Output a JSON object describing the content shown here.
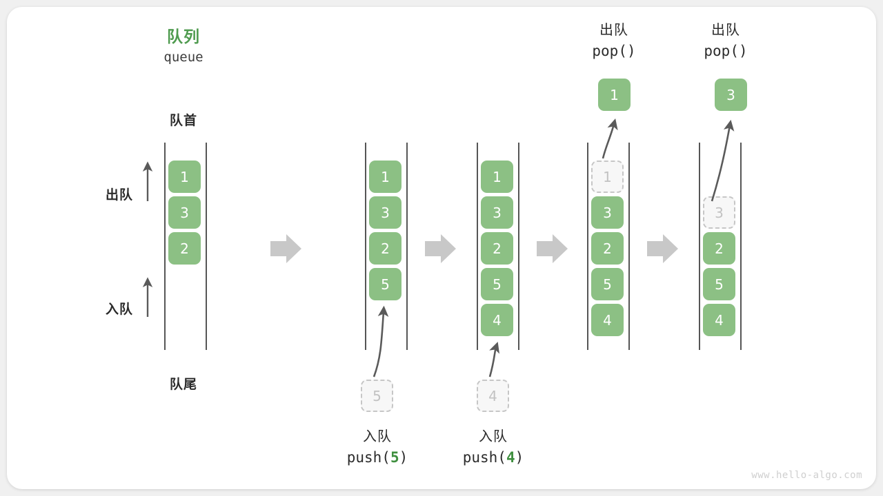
{
  "meta": {
    "watermark": "www.hello-algo.com",
    "colors": {
      "element": "#8cc084",
      "title_green": "#4f9b4f",
      "ghost_fill": "#f7f7f7",
      "ghost_border": "#c6c6c6",
      "ghost_text": "#c2c2c2",
      "rail": "#555555",
      "flow_arrow": "#c8c8c8",
      "thin_arrow": "#5a5a5a",
      "text": "#2b2b2b",
      "card_bg": "#ffffff",
      "page_bg": "#f0f0f0"
    }
  },
  "title": {
    "cn": "队列",
    "en": "queue"
  },
  "annotations": {
    "front": "队首",
    "rear": "队尾",
    "dequeue": "出队",
    "enqueue": "入队"
  },
  "columns": [
    {
      "id": "initial",
      "items": [
        "1",
        "3",
        "2"
      ],
      "ghost": null,
      "caption_cn": "",
      "caption_code": "",
      "popped": null
    },
    {
      "id": "push-5",
      "items": [
        "1",
        "3",
        "2",
        "5"
      ],
      "ghost": {
        "value": "5",
        "position": "below"
      },
      "caption_cn": "入队",
      "caption_code_prefix": "push(",
      "caption_code_num": "5",
      "caption_code_suffix": ")",
      "popped": null
    },
    {
      "id": "push-4",
      "items": [
        "1",
        "3",
        "2",
        "5",
        "4"
      ],
      "ghost": {
        "value": "4",
        "position": "below"
      },
      "caption_cn": "入队",
      "caption_code_prefix": "push(",
      "caption_code_num": "4",
      "caption_code_suffix": ")",
      "popped": null
    },
    {
      "id": "pop-1",
      "items": [
        "3",
        "2",
        "5",
        "4"
      ],
      "ghost": {
        "value": "1",
        "position": "slot0"
      },
      "header_cn": "出队",
      "header_code": "pop()",
      "popped": "1"
    },
    {
      "id": "pop-3",
      "items": [
        "2",
        "5",
        "4"
      ],
      "ghost": {
        "value": "3",
        "position": "slot1"
      },
      "header_cn": "出队",
      "header_code": "pop()",
      "popped": "3"
    }
  ]
}
